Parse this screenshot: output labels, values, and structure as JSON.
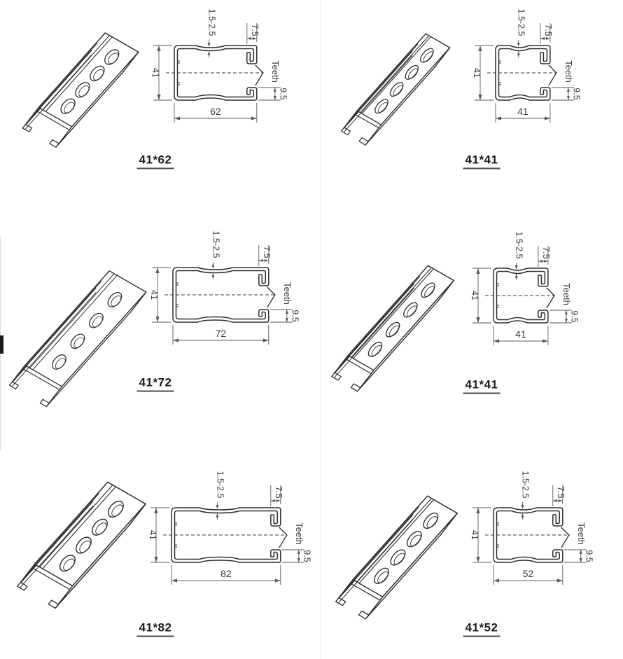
{
  "sheet": {
    "title": "strut-channel-profile-catalog",
    "colors": {
      "line": "#2e2e2e",
      "dim": "#5a5a5a",
      "text": "#3a3a3a",
      "label": "#1a1a1a"
    }
  },
  "panels": [
    {
      "label": "41*62",
      "width_value": 62,
      "dims": {
        "height": "41",
        "width": "62",
        "thickness": "1.5-2.5",
        "lip": "7.5",
        "lip_return": "9.5",
        "teeth": "Teeth"
      }
    },
    {
      "label": "41*41",
      "width_value": 41,
      "dims": {
        "height": "41",
        "width": "41",
        "thickness": "1.5-2.5",
        "lip": "7.5",
        "lip_return": "9.5",
        "teeth": "Teeth"
      }
    },
    {
      "label": "41*72",
      "width_value": 72,
      "dims": {
        "height": "41",
        "width": "72",
        "thickness": "1.5-2.5",
        "lip": "7.5",
        "lip_return": "9.5",
        "teeth": "Teeth"
      }
    },
    {
      "label": "41*41",
      "width_value": 41,
      "dims": {
        "height": "41",
        "width": "41",
        "thickness": "1.5-2.5",
        "lip": "7.5",
        "lip_return": "9.5",
        "teeth": "Teeth"
      }
    },
    {
      "label": "41*82",
      "width_value": 82,
      "dims": {
        "height": "41",
        "width": "82",
        "thickness": "1.5-2.5",
        "lip": "7.5",
        "lip_return": "9.5",
        "teeth": "Teeth"
      }
    },
    {
      "label": "41*52",
      "width_value": 52,
      "dims": {
        "height": "41",
        "width": "52",
        "thickness": "1.5-2.5",
        "lip": "7.5",
        "lip_return": "9.5",
        "teeth": "Teeth"
      }
    }
  ]
}
